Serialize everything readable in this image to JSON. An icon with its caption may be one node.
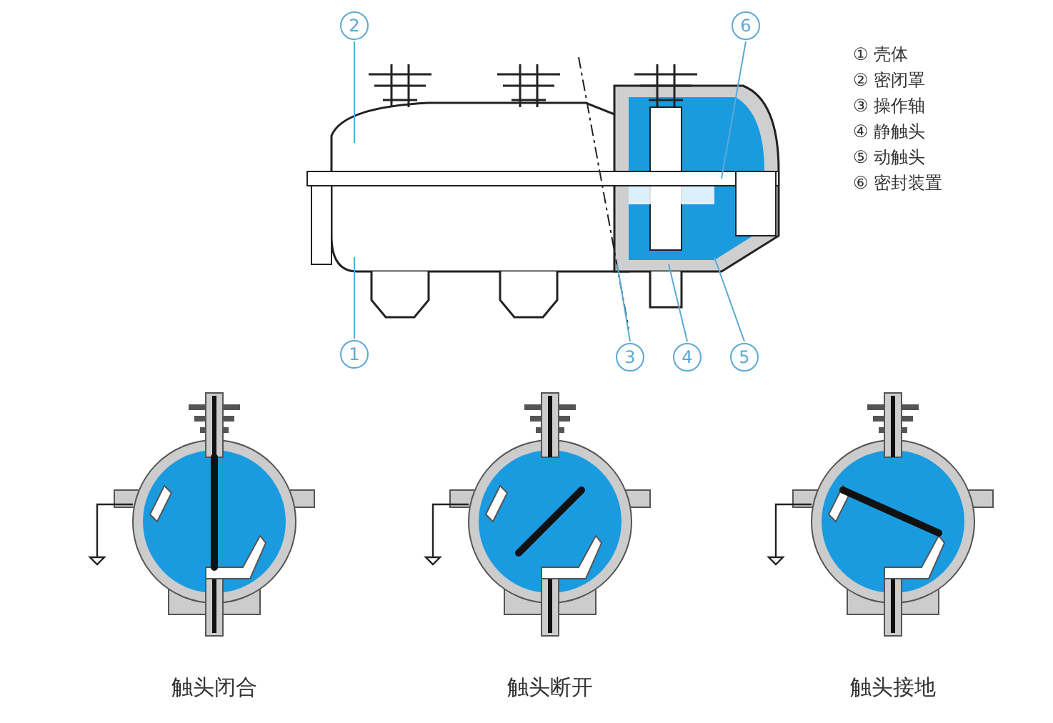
{
  "diagram": {
    "nodes": [
      {
        "text": [
          "2"
        ]
      },
      {
        "text": [
          "6"
        ]
      },
      {
        "text": [
          "1"
        ]
      },
      {
        "text": [
          "3"
        ]
      },
      {
        "text": [
          "4"
        ]
      },
      {
        "text": [
          "5"
        ]
      }
    ],
    "edges": [
      {
        "from": 0,
        "to": null,
        "arrow": "none"
      },
      {
        "from": 1,
        "to": null,
        "arrow": "none"
      },
      {
        "from": 2,
        "to": null,
        "arrow": "none"
      },
      {
        "from": 3,
        "to": null,
        "arrow": "none"
      },
      {
        "from": 4,
        "to": null,
        "arrow": "none"
      },
      {
        "from": 5,
        "to": null,
        "arrow": "none"
      }
    ],
    "labels": [
      "① 壳体",
      "② 密闭罩",
      "③ 操作轴",
      "④ 静触头",
      "⑤ 动触头",
      "⑥ 密封装置",
      "触头闭合",
      "触头断开",
      "触头接地"
    ]
  }
}
